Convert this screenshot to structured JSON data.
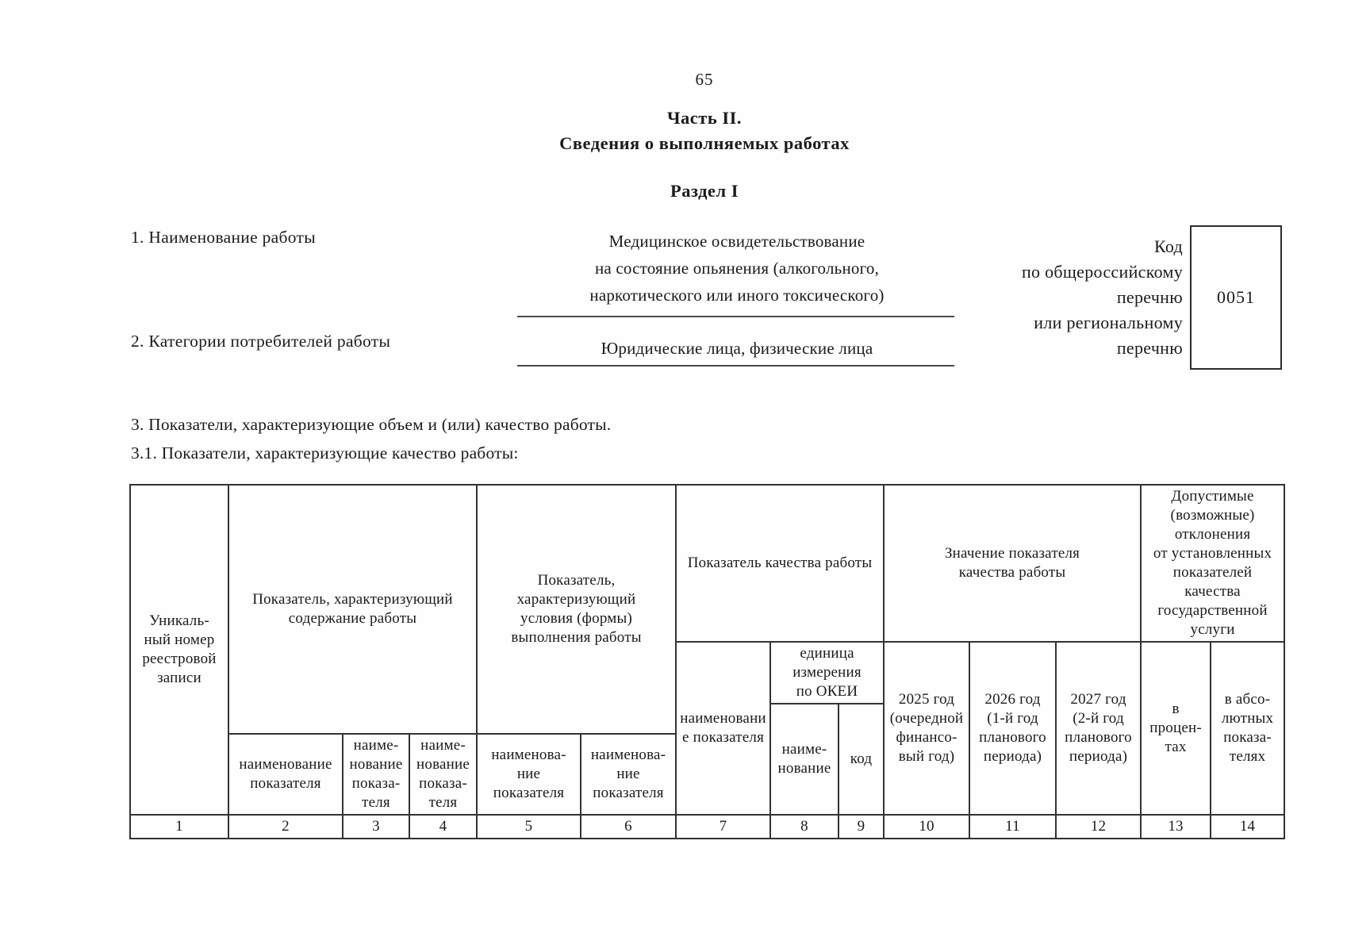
{
  "page_number": "65",
  "header": {
    "part_title": "Часть II.",
    "part_subtitle": "Сведения о выполняемых работах",
    "section_title": "Раздел I"
  },
  "fields": {
    "work_name_label": "1. Наименование работы",
    "work_name_value": "Медицинское освидетельствование\nна состояние опьянения (алкогольного,\nнаркотического или иного токсического)",
    "consumers_label": "2. Категории потребителей работы",
    "consumers_value": "Юридические лица, физические лица"
  },
  "code_block": {
    "label": "Код\nпо общероссийскому\nперечню\nили региональному\nперечню",
    "value": "0051"
  },
  "section3": {
    "line1": "3. Показатели, характеризующие объем и (или) качество работы.",
    "line2": "3.1. Показатели, характеризующие качество работы:"
  },
  "table": {
    "unique_number": "Уникаль-\nный номер\nреестровой\nзаписи",
    "group_content": "Показатель, характеризующий\nсодержание работы",
    "group_conditions": "Показатель,\nхарактеризующий\nусловия (формы)\nвыполнения работы",
    "group_quality": "Показатель качества работы",
    "group_value": "Значение показателя\nкачества работы",
    "group_deviation": "Допустимые\n(возможные)\nотклонения\nот установленных\nпоказателей\nкачества\nгосударственной\nуслуги",
    "sub_name_col2": "наименование\nпоказателя",
    "sub_name_col3": "наиме-\nнование\nпоказа-\nтеля",
    "sub_name_col4": "наиме-\nнование\nпоказа-\nтеля",
    "sub_name_col5": "наименова-\nние\nпоказателя",
    "sub_name_col6": "наименова-\nние\nпоказателя",
    "sub_quality_name": "наименовани\nе показателя",
    "sub_unit": "единица\nизмерения\nпо ОКЕИ",
    "sub_unit_name": "наиме-\nнование",
    "sub_unit_code": "код",
    "year_2025": "2025 год\n(очередной\nфинансо-\nвый год)",
    "year_2026": "2026 год\n(1-й год\nпланового\nпериода)",
    "year_2027": "2027 год\n(2-й год\nпланового\nпериода)",
    "dev_percent": "в\nпроцен-\nтах",
    "dev_absolute": "в абсо-\nлютных\nпоказа-\nтелях",
    "column_numbers": [
      "1",
      "2",
      "3",
      "4",
      "5",
      "6",
      "7",
      "8",
      "9",
      "10",
      "11",
      "12",
      "13",
      "14"
    ]
  }
}
